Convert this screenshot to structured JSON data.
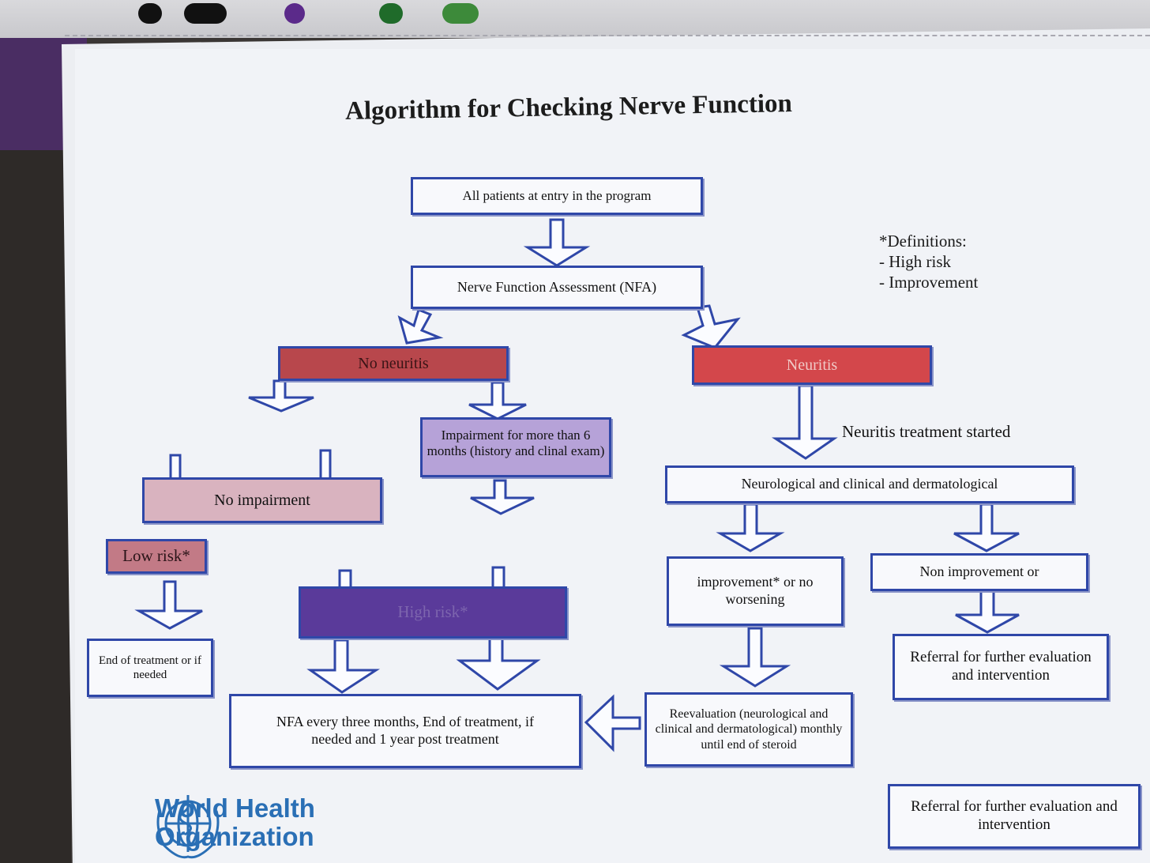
{
  "title": "Algorithm for Checking Nerve Function",
  "definitions": {
    "heading": "*Definitions:",
    "items": [
      "- High risk",
      "- Improvement"
    ]
  },
  "nodes": {
    "entry": "All patients at entry in the program",
    "nfa": "Nerve Function Assessment (NFA)",
    "no_neuritis": "No neuritis",
    "neuritis": "Neuritis",
    "impairment_6m": "Impairment for more than 6 months (history and clinal exam)",
    "no_impairment": "No impairment",
    "low_risk": "Low risk*",
    "high_risk": "High risk*",
    "end_of_treatment": "End of treatment or if needed",
    "nfa_every_3m": "NFA every three months, End of treatment, if needed and 1 year post treatment",
    "neuro_clinical_derm": "Neurological and clinical and dermatological",
    "improvement": "improvement* or no worsening",
    "non_improvement": "Non improvement or",
    "referral_1": "Referral for further evaluation and intervention",
    "reevaluation": "Reevaluation (neurological and clinical and dermatological) monthly until end of steroid",
    "referral_2": "Referral for further evaluation and intervention"
  },
  "labels": {
    "neuritis_treatment": "Neuritis treatment started"
  },
  "logo": {
    "line1": "World Health",
    "line2": "Organization"
  },
  "colors": {
    "box_border": "#2f47a8",
    "no_neuritis_fill": "#b8474c",
    "neuritis_fill": "#d3474b",
    "impairment_fill": "#b6a2d8",
    "no_impairment_fill": "#d9b3bf",
    "low_risk_fill": "#c27a86",
    "high_risk_fill": "#5a3a9a",
    "who_blue": "#2a6fb5"
  }
}
